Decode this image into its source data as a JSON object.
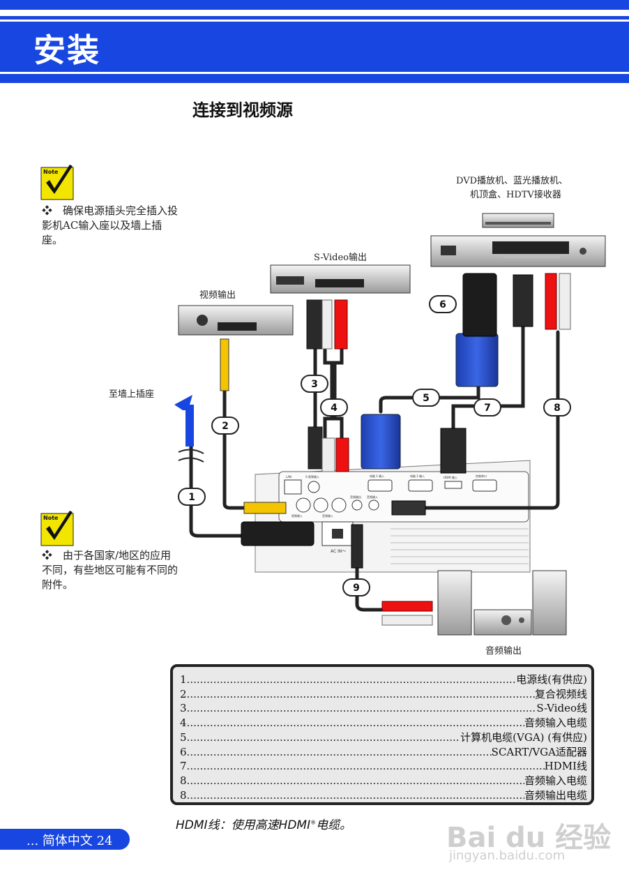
{
  "header": {
    "title": "安装"
  },
  "section_title": "连接到视频源",
  "notes": [
    {
      "badge": "Note",
      "text": "❖　确保电源插头完全插入投影机AC输入座以及墙上插座。"
    },
    {
      "badge": "Note",
      "text": "❖　由于各国家/地区的应用不同，有些地区可能有不同的附件。"
    }
  ],
  "diagram": {
    "labels": {
      "dvd_sources_line1": "DVD播放机、蓝光播放机、",
      "dvd_sources_line2": "机顶盒、HDTV接收器",
      "svideo_out": "S-Video输出",
      "video_out": "视频输出",
      "wall_outlet": "至墙上插座",
      "audio_out": "音频输出",
      "ac_in": "AC IN～"
    },
    "panel_labels": [
      "LAN",
      "S-视频输入",
      "视频输入",
      "音频输入",
      "电脑 1 输入",
      "电脑 2 输入",
      "HDMI 输入",
      "控制串口",
      "音频输出",
      "音频输入"
    ],
    "callouts": [
      "1",
      "2",
      "3",
      "4",
      "5",
      "6",
      "7",
      "8",
      "9"
    ]
  },
  "legend": [
    {
      "num": "1",
      "desc": "电源线(有供应)"
    },
    {
      "num": "2",
      "desc": "复合视频线"
    },
    {
      "num": "3",
      "desc": "S-Video线"
    },
    {
      "num": "4",
      "desc": "音频输入电缆"
    },
    {
      "num": "5",
      "desc": "计算机电缆(VGA) (有供应)"
    },
    {
      "num": "6",
      "desc": "SCART/VGA适配器"
    },
    {
      "num": "7",
      "desc": "HDMI线"
    },
    {
      "num": "8",
      "desc": "音频输入电缆"
    },
    {
      "num": "8",
      "desc": "音频输出电缆"
    }
  ],
  "footnote": {
    "prefix": "HDMI线：使用高速HDMI",
    "reg": "®",
    "suffix": "电缆。"
  },
  "footer": {
    "page_label": "... 简体中文  24"
  },
  "watermark": {
    "main": "Bai du 经验",
    "sub": "jingyan.baidu.com"
  },
  "colors": {
    "brand_blue": "#1746e0",
    "note_yellow": "#f2e600",
    "legend_bg": "#e9e9e9"
  }
}
